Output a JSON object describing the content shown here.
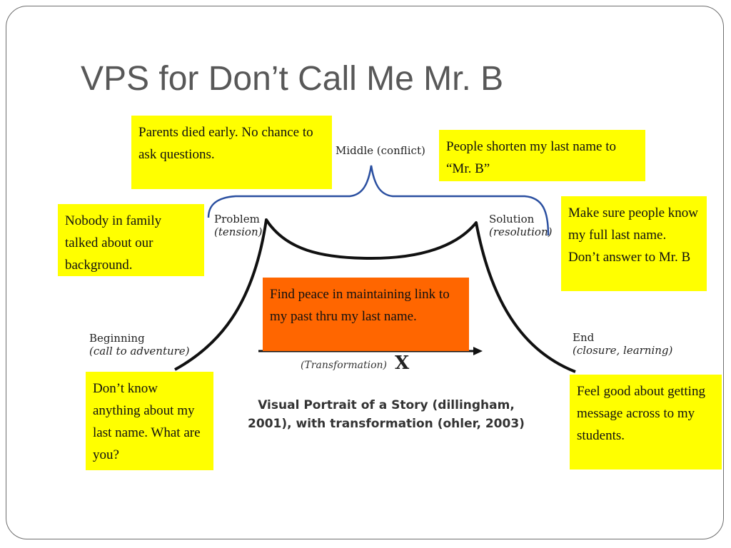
{
  "slide": {
    "title": "VPS for Don’t Call Me Mr. B"
  },
  "diagram": {
    "middle_label": "Middle (conflict)",
    "problem_label": "Problem",
    "problem_sub": "(tension)",
    "solution_label": "Solution",
    "solution_sub": "(resolution)",
    "beginning_label": "Beginning",
    "beginning_sub": "(call to adventure)",
    "end_label": "End",
    "end_sub": "(closure, learning)",
    "transformation_label": "(Transformation)",
    "x_mark": "X",
    "caption_line1": "Visual Portrait of a Story (dillingham,",
    "caption_line2": "2001), with transformation (ohler, 2003)",
    "colors": {
      "brace": "#2a4fa0",
      "curve": "#111111",
      "note": "#ffff00",
      "transformation_note": "#ff6600"
    }
  },
  "notes": {
    "parents": "Parents died early. No chance to ask questions.",
    "shorten": "People shorten my last name to “Mr. B”",
    "nobody": "Nobody in family talked about our background.",
    "make_sure": "Make sure people know my full last name. Don’t answer to Mr. B",
    "find_peace": "Find peace in maintaining link to my past thru my last name.",
    "dont_know": "Don’t know anything about my last name. What are you?",
    "feel_good": "Feel good about getting message across to my students."
  }
}
